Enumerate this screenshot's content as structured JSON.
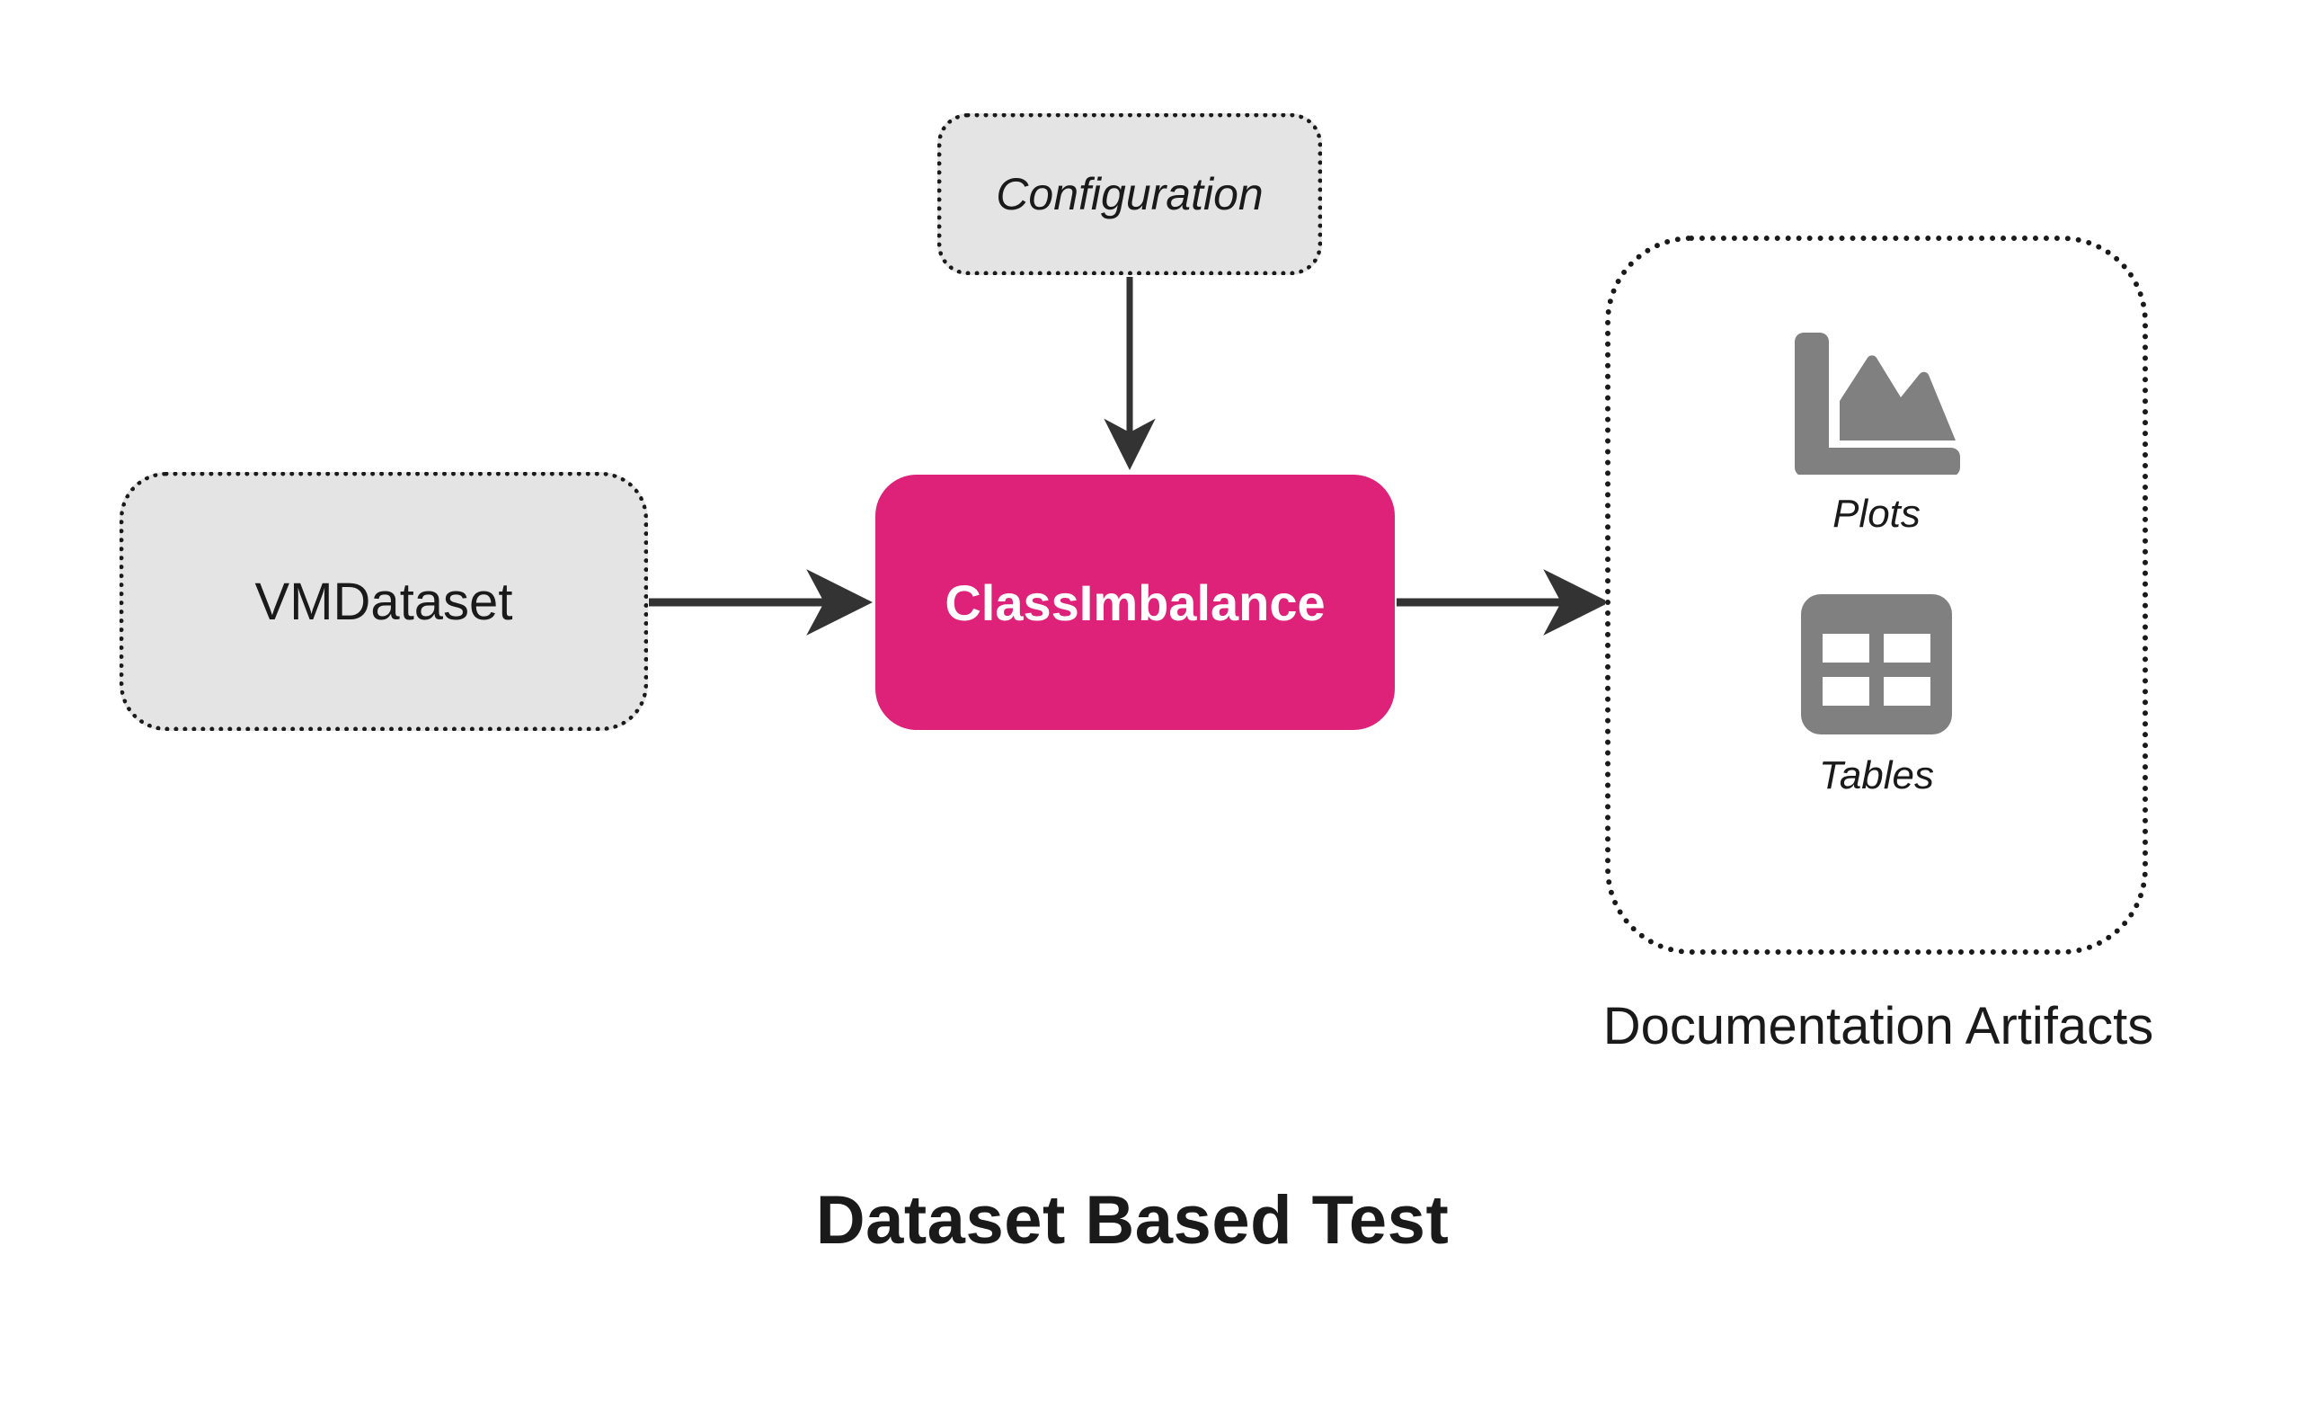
{
  "diagram": {
    "title": "Dataset Based Test",
    "background_color": "#FFFFFF",
    "accent_color": "#DE2179",
    "node_fill_color": "#E4E4E4",
    "icon_color": "#808080",
    "line_color": "#333333"
  },
  "nodes": {
    "input": {
      "label": "VMDataset",
      "style": "dotted-rounded",
      "fill": "#E4E4E4"
    },
    "configuration": {
      "label": "Configuration",
      "style": "dotted-rounded-italic",
      "fill": "#E4E4E4"
    },
    "test": {
      "label": "ClassImbalance",
      "style": "solid-rounded",
      "fill": "#DE2179",
      "text_color": "#FFFFFF"
    }
  },
  "artifacts_panel": {
    "caption": "Documentation Artifacts",
    "items": [
      {
        "label": "Plots",
        "icon": "area-chart-icon"
      },
      {
        "label": "Tables",
        "icon": "table-grid-icon"
      }
    ]
  },
  "connectors": [
    {
      "name": "configuration-to-test",
      "from": "Configuration",
      "to": "ClassImbalance",
      "direction": "down"
    },
    {
      "name": "input-to-test",
      "from": "VMDataset",
      "to": "ClassImbalance",
      "direction": "right"
    },
    {
      "name": "test-to-artifacts",
      "from": "ClassImbalance",
      "to": "Documentation Artifacts",
      "direction": "right"
    }
  ]
}
